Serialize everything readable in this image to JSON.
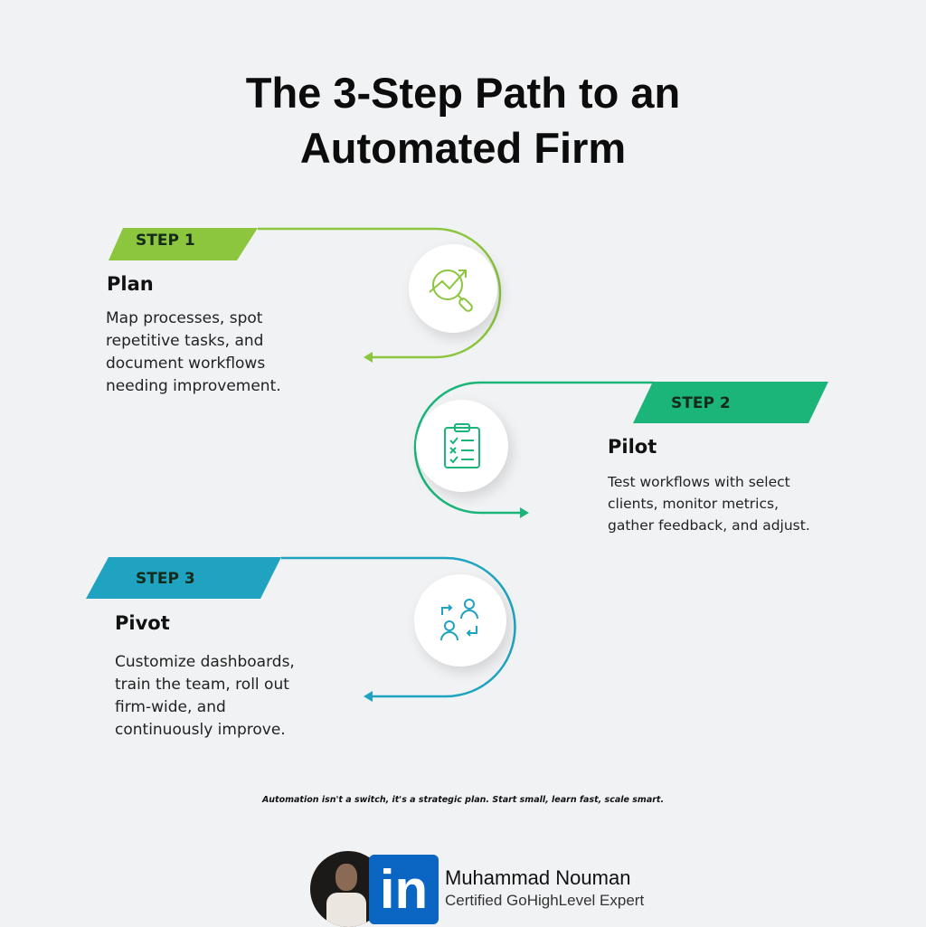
{
  "title": {
    "line1": "The 3-Step Path to an",
    "line2": "Automated Firm"
  },
  "colors": {
    "step1": "#8cc63f",
    "step2": "#1bb57a",
    "step3": "#1fa3c0",
    "background": "#f1f2f4",
    "linkedin": "#0a66c2"
  },
  "steps": [
    {
      "label": "STEP 1",
      "heading": "Plan",
      "icon": "chart-magnifier-icon",
      "lines": [
        "Map processes, spot",
        "repetitive tasks, and",
        "document workflows",
        "needing improvement."
      ]
    },
    {
      "label": "STEP 2",
      "heading": "Pilot",
      "icon": "clipboard-checklist-icon",
      "lines": [
        "Test workflows with select",
        "clients, monitor metrics,",
        "gather feedback, and adjust."
      ]
    },
    {
      "label": "STEP 3",
      "heading": "Pivot",
      "icon": "people-exchange-icon",
      "lines": [
        "Customize dashboards,",
        "train the team, roll out",
        "firm-wide, and",
        "continuously improve."
      ]
    }
  ],
  "tagline": "Automation isn't a switch, it's a strategic plan. Start small, learn fast, scale smart.",
  "footer": {
    "logo": "in",
    "name": "Muhammad Nouman",
    "subtitle": "Certified GoHighLevel Expert"
  }
}
